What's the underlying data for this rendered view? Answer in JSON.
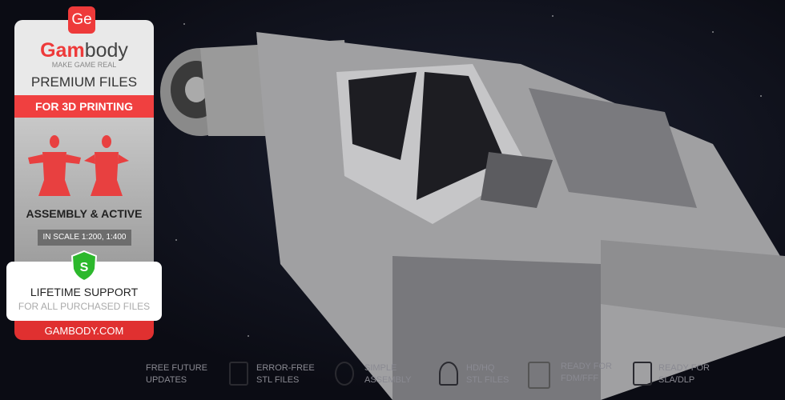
{
  "panel": {
    "logo_badge": "Ge",
    "brand_red": "Gam",
    "brand_grey": "body",
    "tagline": "MAKE GAME REAL",
    "premium": "PREMIUM FILES",
    "for_3d": "FOR 3D PRINTING",
    "assembly": "ASSEMBLY & ACTIVE",
    "scale": "IN SCALE 1:200, 1:400",
    "shield_letter": "S",
    "lifetime": "LIFETIME SUPPORT",
    "purchased": "FOR ALL PURCHASED FILES",
    "site": "GAMBODY.COM",
    "accent": "#ee3a3a"
  },
  "features": [
    {
      "l1": "FREE FUTURE",
      "l2": "UPDATES"
    },
    {
      "l1": "ERROR-FREE",
      "l2": "STL FILES"
    },
    {
      "l1": "SIMPLE",
      "l2": "ASSEMBLY"
    },
    {
      "l1": "HD/HQ",
      "l2": "STL FILES"
    },
    {
      "l1": "READY FOR",
      "l2": "FDM/FFF"
    },
    {
      "l1": "READY FOR",
      "l2": "SLA/DLP"
    }
  ]
}
